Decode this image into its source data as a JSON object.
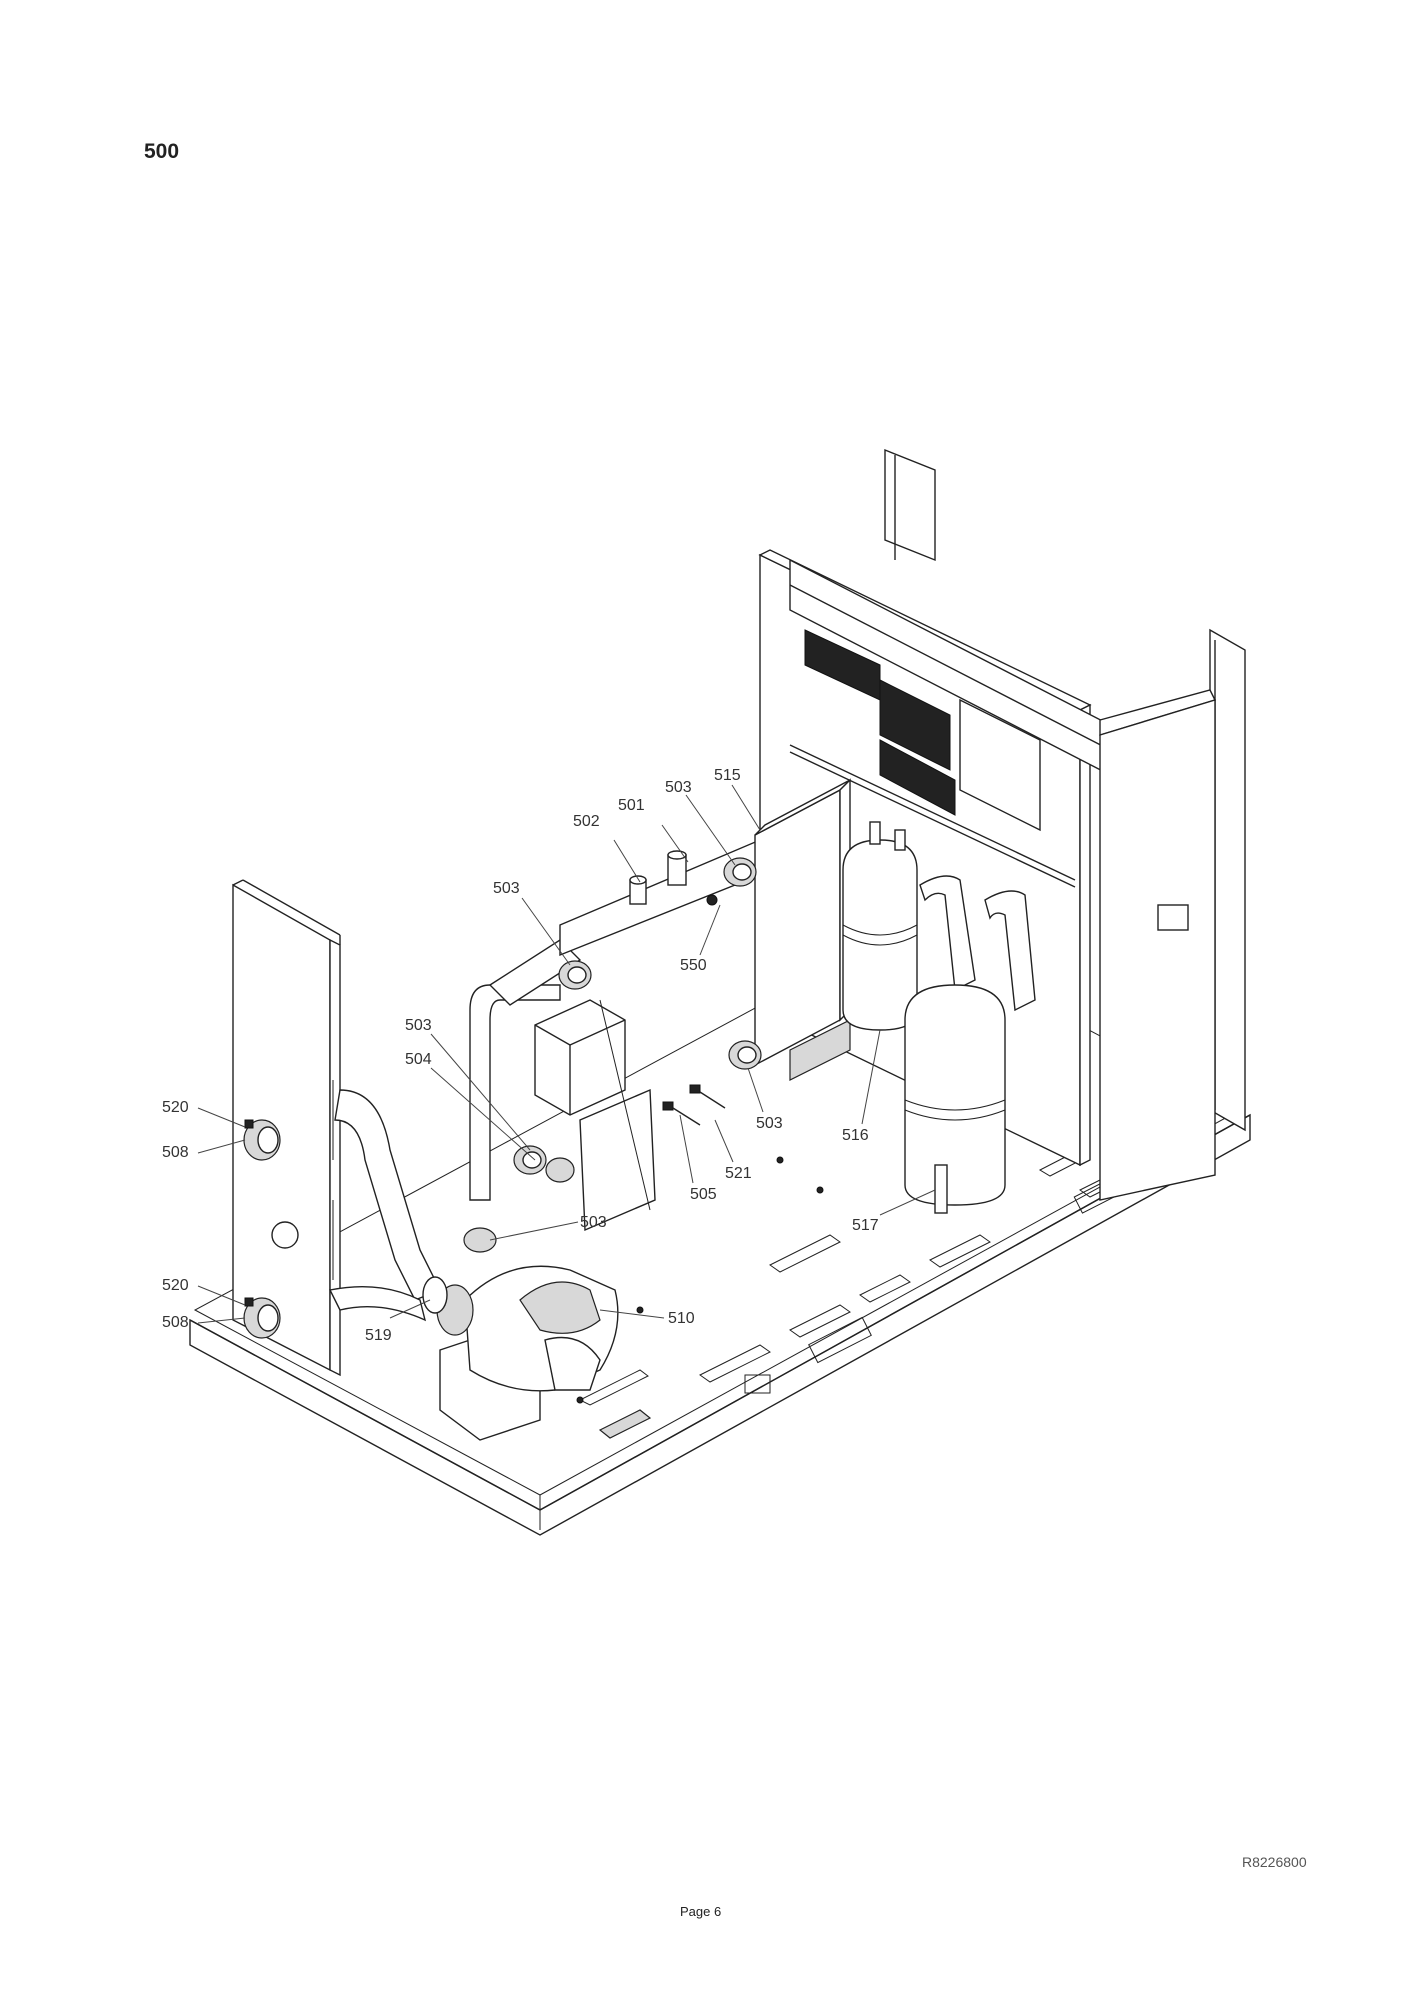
{
  "page": {
    "section_title": "500",
    "drawing_id": "R8226800",
    "page_number": "Page 6"
  },
  "callouts": [
    {
      "id": "c501",
      "text": "501"
    },
    {
      "id": "c502",
      "text": "502"
    },
    {
      "id": "c503a",
      "text": "503"
    },
    {
      "id": "c515",
      "text": "515"
    },
    {
      "id": "c503b",
      "text": "503"
    },
    {
      "id": "c550",
      "text": "550"
    },
    {
      "id": "c503c",
      "text": "503"
    },
    {
      "id": "c504",
      "text": "504"
    },
    {
      "id": "c520a",
      "text": "520"
    },
    {
      "id": "c508a",
      "text": "508"
    },
    {
      "id": "c503d",
      "text": "503"
    },
    {
      "id": "c516",
      "text": "516"
    },
    {
      "id": "c521",
      "text": "521"
    },
    {
      "id": "c505",
      "text": "505"
    },
    {
      "id": "c503e",
      "text": "503"
    },
    {
      "id": "c517",
      "text": "517"
    },
    {
      "id": "c520b",
      "text": "520"
    },
    {
      "id": "c510",
      "text": "510"
    },
    {
      "id": "c508b",
      "text": "508"
    },
    {
      "id": "c519",
      "text": "519"
    }
  ]
}
